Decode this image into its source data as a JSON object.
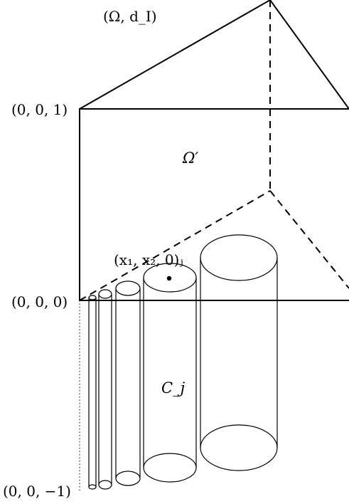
{
  "labels": {
    "space": "(Ω, d_I)",
    "region": "Ω′",
    "point_top": "(0, 0, 1)",
    "point_origin": "(0, 0, 0)",
    "point_bottom": "(0, 0, −1)",
    "point_marked": "(x₁, x₂, 0)ⱼ",
    "cylinder": "C_j"
  },
  "colors": {
    "stroke": "#000000",
    "background": "#ffffff"
  }
}
